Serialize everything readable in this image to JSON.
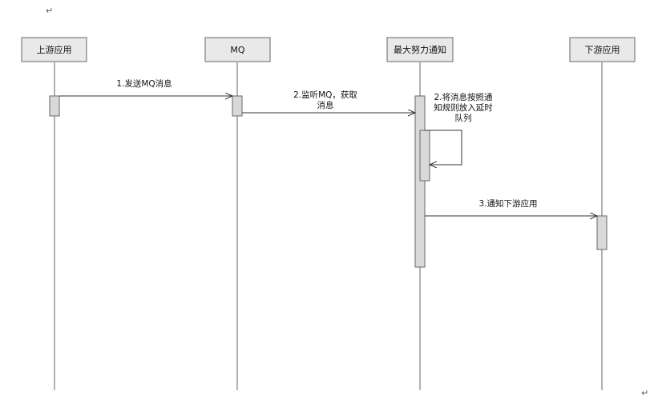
{
  "diagram": {
    "top_mark": "↵",
    "bottom_mark": "↵",
    "participants": [
      {
        "id": "upstream",
        "label": "上游应用"
      },
      {
        "id": "mq",
        "label": "MQ"
      },
      {
        "id": "notify",
        "label": "最大努力通知"
      },
      {
        "id": "downstream",
        "label": "下游应用"
      }
    ],
    "messages": {
      "m1": "1.发送MQ消息",
      "m2_line1": "2.监听MQ，获取",
      "m2_line2": "消息",
      "m3_line1": "2.将消息按照通",
      "m3_line2": "知规则放入延时",
      "m3_line3": "队列",
      "m4": "3.通知下游应用"
    }
  }
}
